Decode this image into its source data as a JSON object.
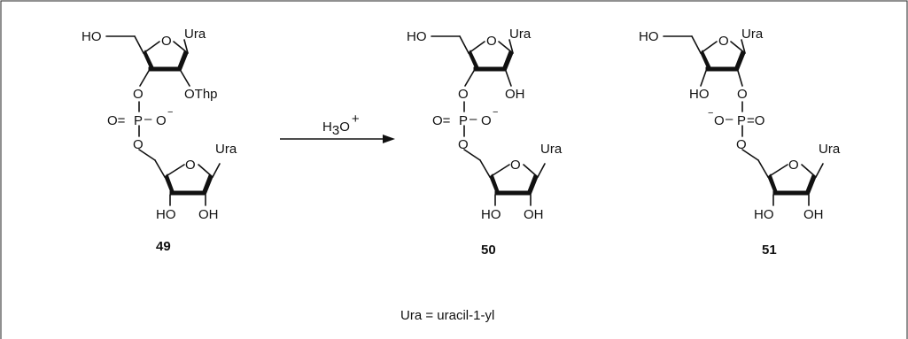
{
  "scheme": {
    "reagent_main": "H",
    "reagent_sub": "3",
    "reagent_tail": "O",
    "reagent_sup": "+",
    "footnote": "Ura = uracil-1-yl"
  },
  "compounds": [
    {
      "number": "49",
      "labels": {
        "ho5": "HO",
        "ring_o1": "O",
        "base1": "Ura",
        "o3": "O",
        "o2": "OThp",
        "p_o_eq": "O=",
        "p": "P",
        "p_dash": "–",
        "p_o_minus": "O",
        "p_charge": "−",
        "o5b": "O",
        "ring_o2": "O",
        "base2": "Ura",
        "ho3b": "HO",
        "oh2b": "OH"
      }
    },
    {
      "number": "50",
      "labels": {
        "ho5": "HO",
        "ring_o1": "O",
        "base1": "Ura",
        "o3": "O",
        "o2": "OH",
        "p_o_eq": "O=",
        "p": "P",
        "p_dash": "–",
        "p_o_minus": "O",
        "p_charge": "−",
        "o5b": "O",
        "ring_o2": "O",
        "base2": "Ura",
        "ho3b": "HO",
        "oh2b": "OH"
      }
    },
    {
      "number": "51",
      "labels": {
        "ho5": "HO",
        "ring_o1": "O",
        "base1": "Ura",
        "ho3": "HO",
        "o2": "O",
        "p_charge": "−",
        "p_o_minus": "O",
        "p_dash": "–",
        "p": "P",
        "p_o_eq": "=O",
        "o5b": "O",
        "ring_o2": "O",
        "base2": "Ura",
        "ho3b": "HO",
        "oh2b": "OH"
      }
    }
  ]
}
